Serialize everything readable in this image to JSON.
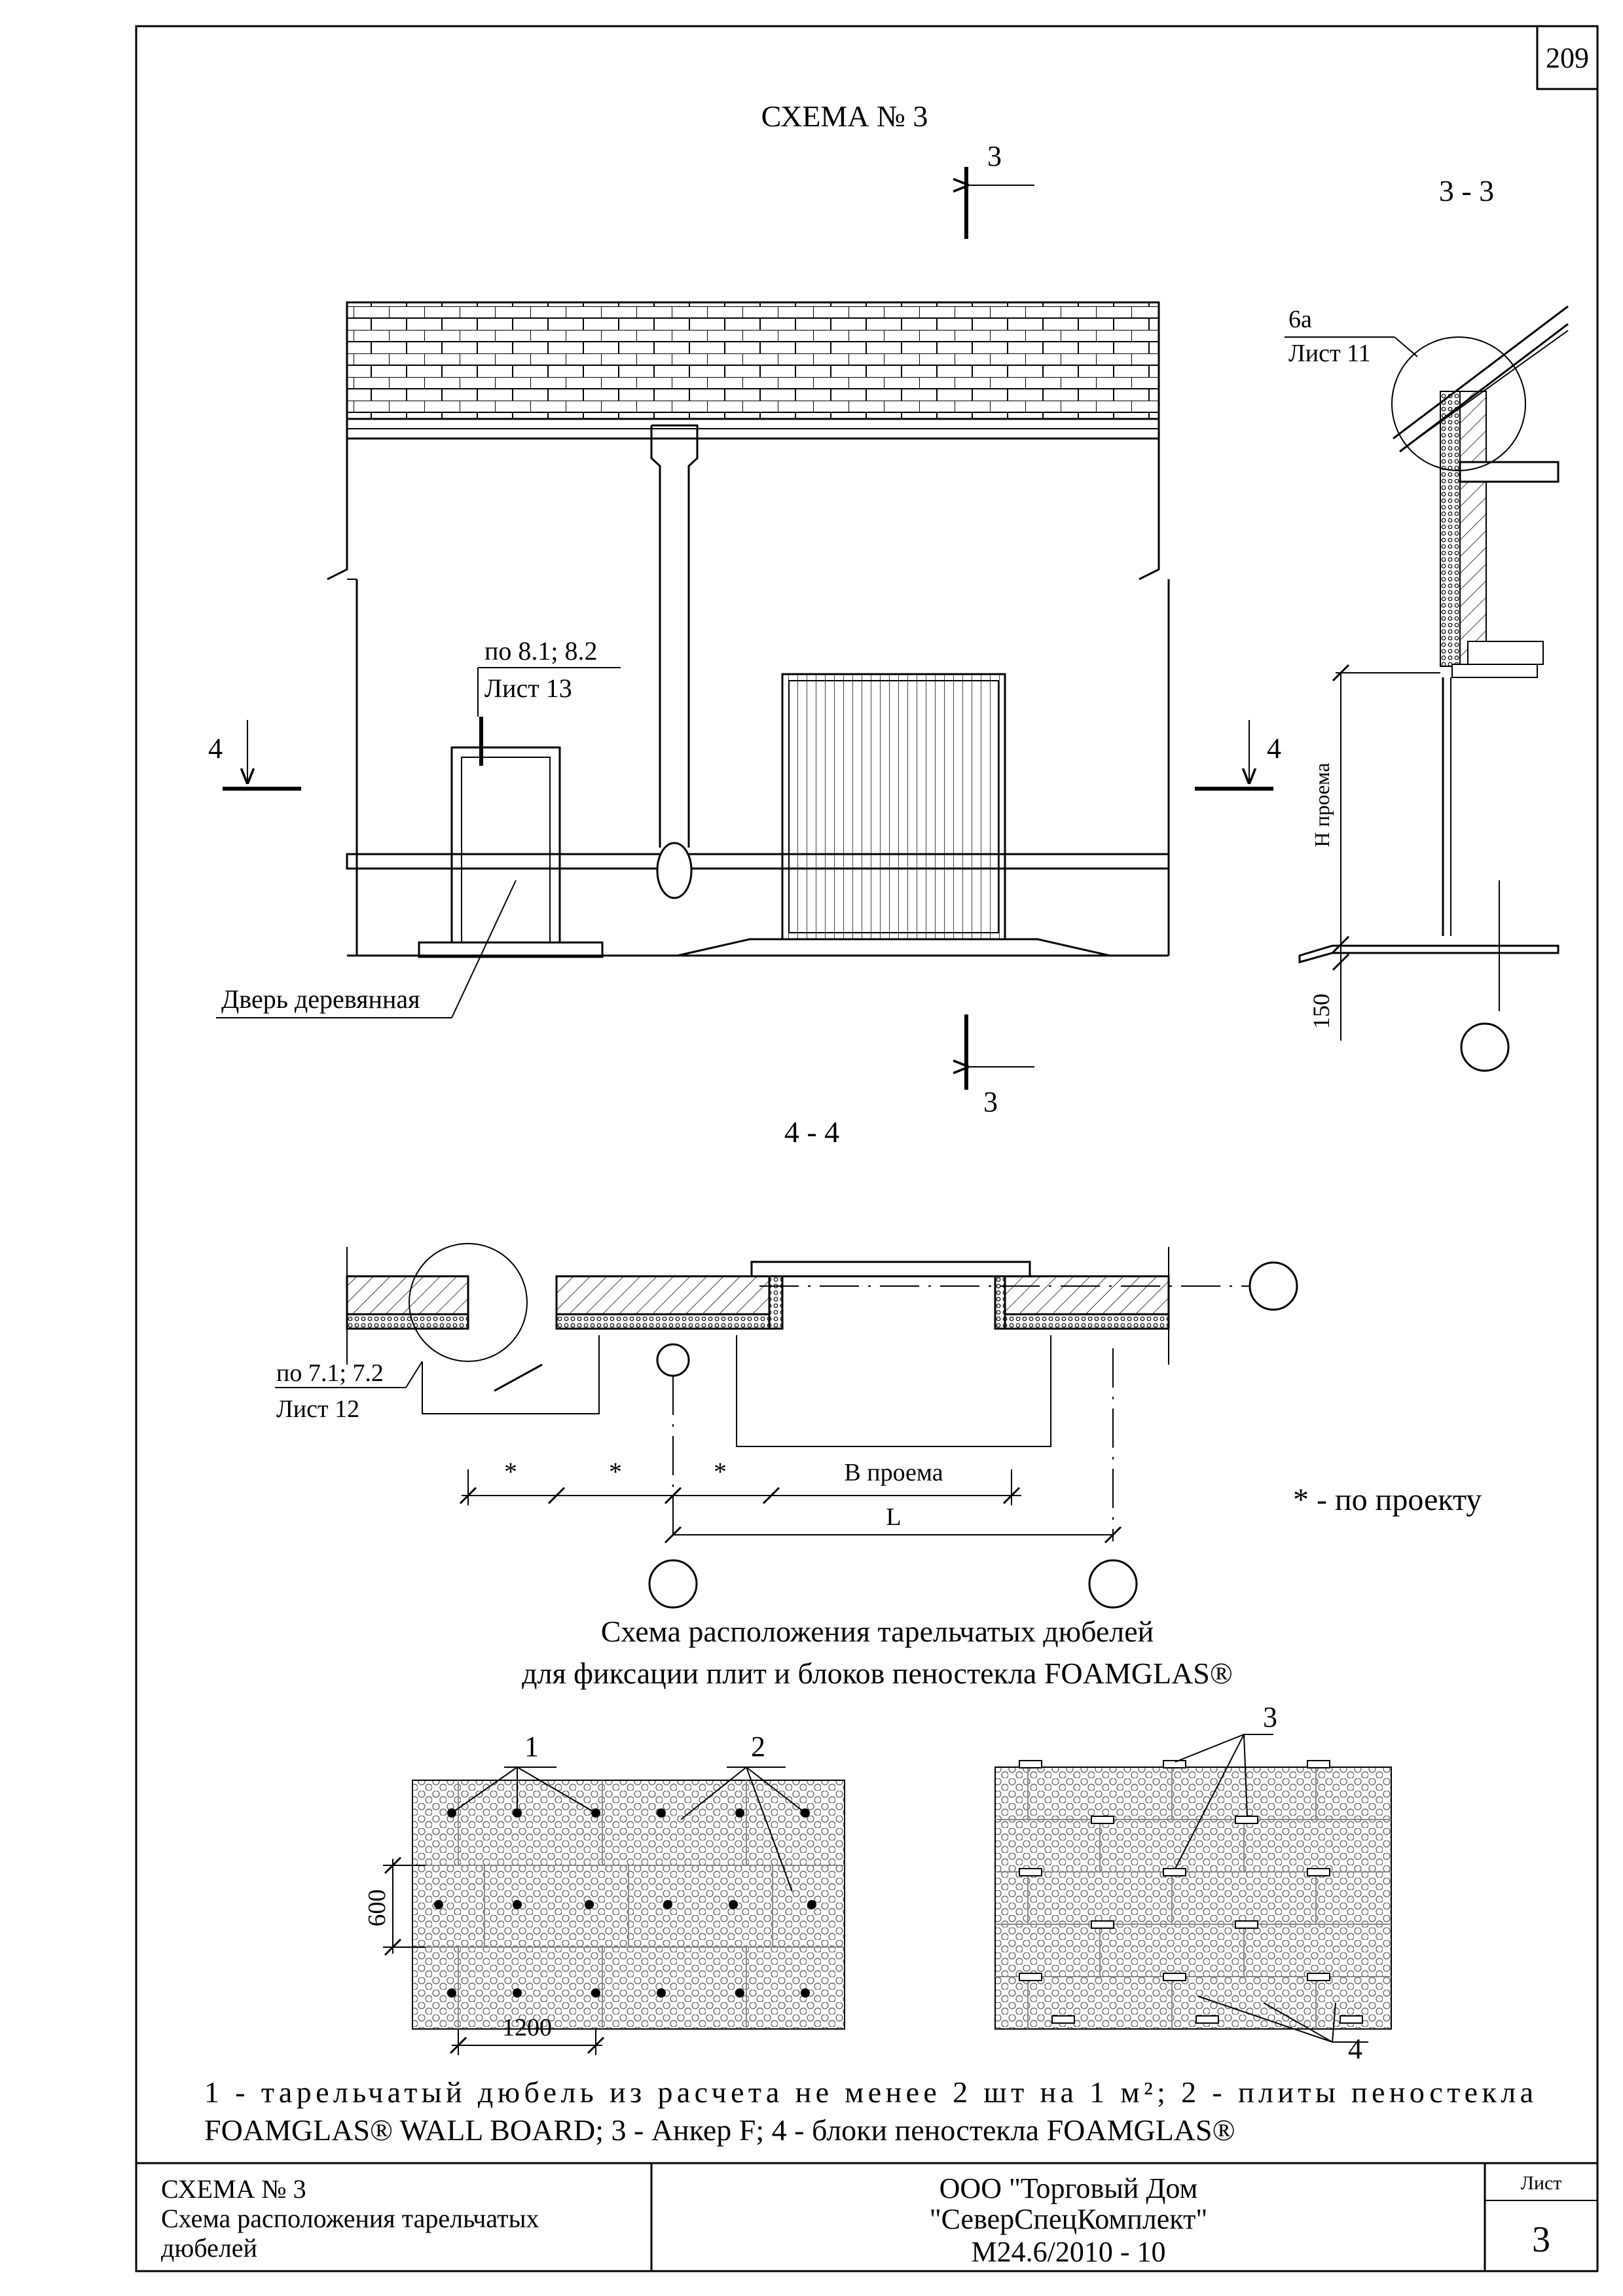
{
  "page_number": "209",
  "scheme_title": "СХЕМА № 3",
  "section_marks": {
    "mark3": "3",
    "mark4": "4"
  },
  "section_3_3": "3 - 3",
  "section_4_4": "4 - 4",
  "callouts": {
    "ref_6a": "6а",
    "ref_6a_sheet": "Лист 11",
    "ref_81": "по 8.1; 8.2",
    "ref_81_sheet": "Лист 13",
    "door_label": "Дверь деревянная",
    "ref_71": "по 7.1; 7.2",
    "ref_71_sheet": "Лист 12"
  },
  "dimensions": {
    "h_opening": "Н проема",
    "h150": "150",
    "star": "*",
    "b_opening": "В проема",
    "length": "L",
    "d600": "600",
    "d1200": "1200"
  },
  "star_note": "* - по проекту",
  "dowel_scheme_title_1": "Схема расположения тарельчатых дюбелей",
  "dowel_scheme_title_2": "для фиксации плит и блоков пеностекла FOAMGLAS®",
  "item_labels": {
    "n1": "1",
    "n2": "2",
    "n3": "3",
    "n4": "4"
  },
  "legend_line_1": "1 - тарельчатый дюбель из расчета не менее 2 шт на 1 м²; 2 - плиты пеностекла",
  "legend_line_2": "FOAMGLAS® WALL BOARD; 3 - Анкер F; 4 - блоки пеностекла  FOAMGLAS®",
  "title_block": {
    "left_1": "СХЕМА № 3",
    "left_2": "Схема расположения тарельчатых",
    "left_3": "дюбелей",
    "center_1": "ООО \"Торговый Дом",
    "center_2": "\"СеверСпецКомплект\"",
    "center_3": "М24.6/2010 - 10",
    "sheet_label": "Лист",
    "sheet_number": "3"
  }
}
